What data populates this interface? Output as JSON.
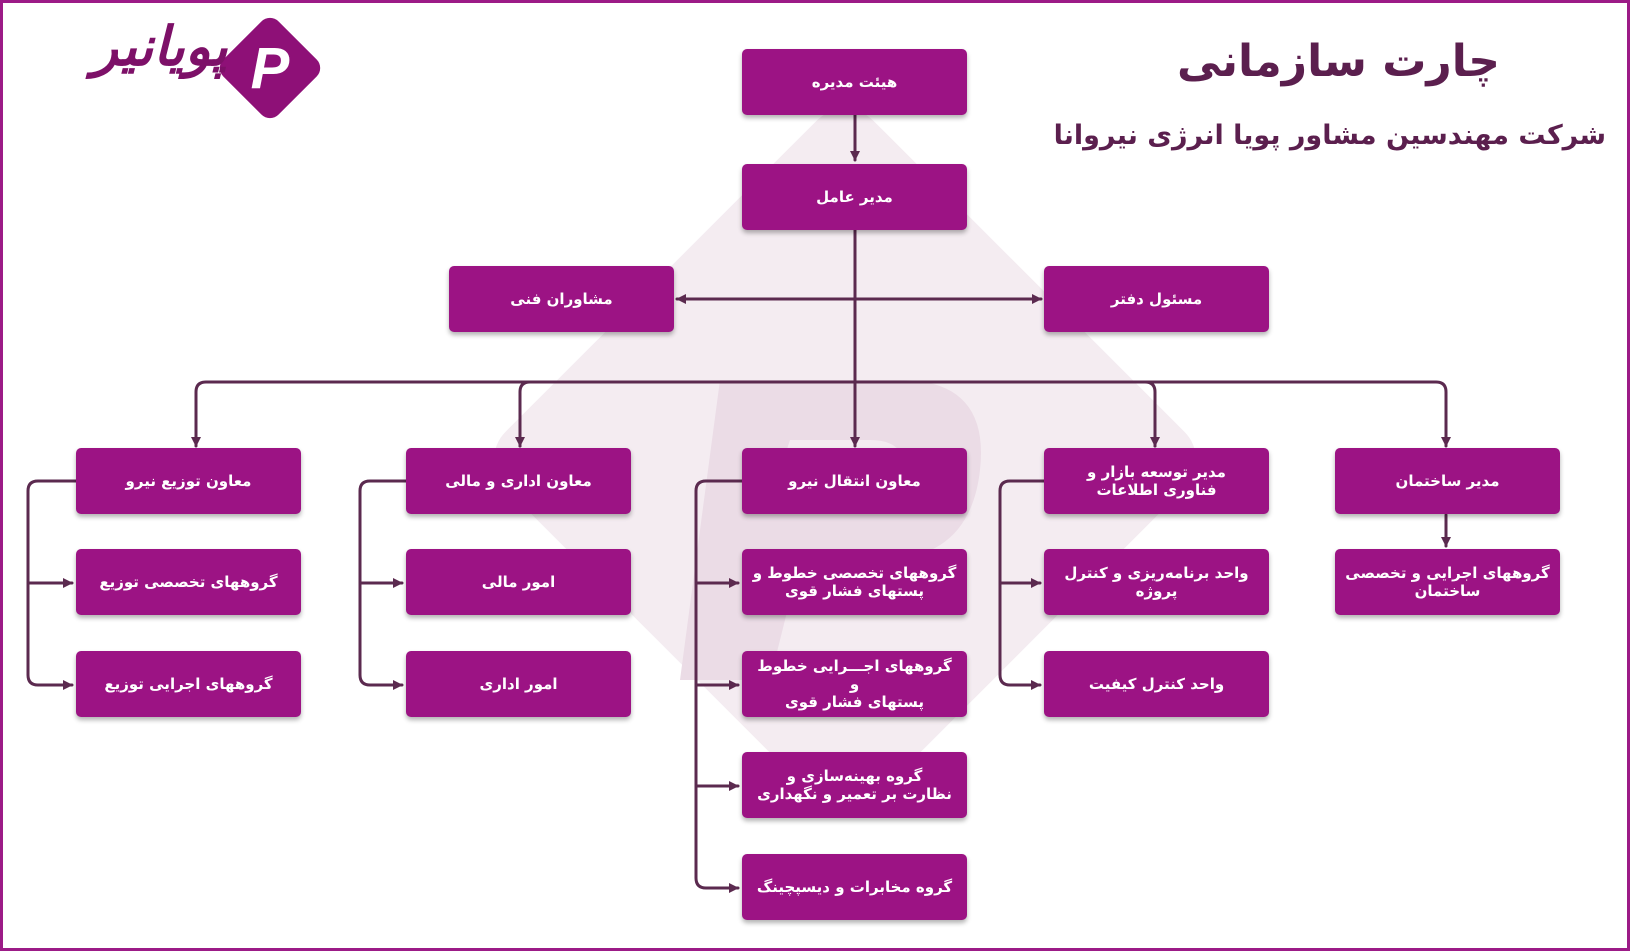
{
  "header": {
    "title": "چارت سازمانی",
    "subtitle": "شرکت مهندسین مشاور پویا انرژی نیروانا"
  },
  "logo": {
    "wordmark": "پویانیر",
    "mark_letter": "P",
    "icon": "pouyanir-logo-icon"
  },
  "colors": {
    "box_fill": "#9c1384",
    "connector": "#5b2a4f",
    "title_text": "#5b1f4e",
    "frame": "#9c1b87",
    "watermark": "#f2e9ef"
  },
  "nodes": {
    "board": "هیئت مدیره",
    "ceo": "مدیر عامل",
    "technical_advisors": "مشاوران فنی",
    "office_manager": "مسئول دفتر",
    "deputy_distribution": "معاون توزیع نیرو",
    "distribution_specialist": "گروههای تخصصی توزیع",
    "distribution_executive": "گروههای اجرایی توزیع",
    "deputy_admin_finance": "معاون اداری و مالی",
    "finance": "امور مالی",
    "administration": "امور اداری",
    "deputy_transmission": "معاون انتقال نیرو",
    "transmission_specialist": "گروههای تخصصی خطوط و\nپستهای فشار قوی",
    "transmission_executive": "گروههای اجـــرایی خطوط و\nپستهای فشار قوی",
    "optimization_group": "گروه بهینه‌سازی و\nنظارت بر تعمیر و نگهداری",
    "telecom_group": "گروه مخابرات و دیسپچینگ",
    "market_it_manager": "مدیر توسعه بازار و\nفناوری اطلاعات",
    "planning_unit": "واحد برنامه‌ریزی و کنترل پروژه",
    "quality_unit": "واحد کنترل کیفیت",
    "construction_manager": "مدیر ساختمان",
    "construction_groups": "گروههای اجرایی و تخصصی\nساختمان"
  }
}
